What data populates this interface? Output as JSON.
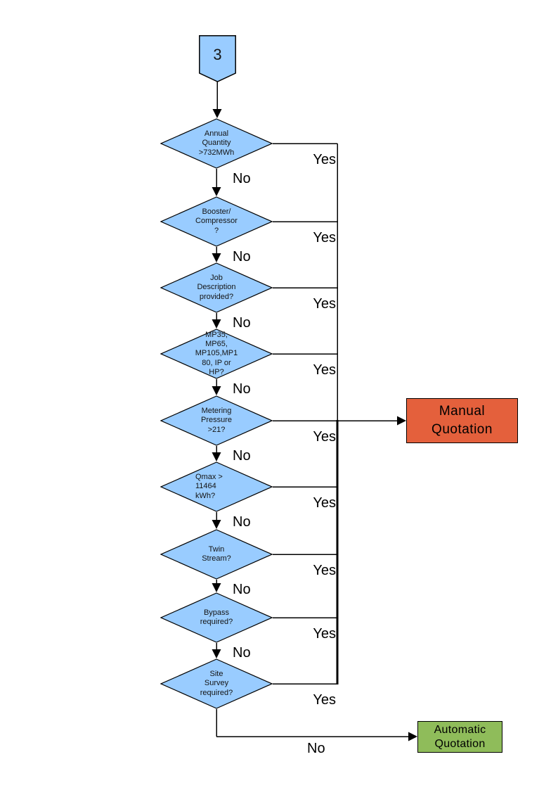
{
  "diagram": {
    "connector": {
      "label": "3"
    },
    "decisions": [
      {
        "id": "annual-quantity",
        "text": "Annual\nQuantity\n>732MWh",
        "yes_label": "Yes",
        "no_label": "No"
      },
      {
        "id": "booster-compressor",
        "text": "Booster/\nCompressor\n?",
        "yes_label": "Yes",
        "no_label": "No"
      },
      {
        "id": "job-description",
        "text": "Job\nDescription\nprovided?",
        "yes_label": "Yes",
        "no_label": "No"
      },
      {
        "id": "meter-type",
        "text": "MP35,\nMP65,\nMP105,MP1\n80, IP or\nHP?",
        "yes_label": "Yes",
        "no_label": "No"
      },
      {
        "id": "metering-pressure",
        "text": "Metering\nPressure\n>21?",
        "yes_label": "Yes",
        "no_label": "No"
      },
      {
        "id": "qmax",
        "text": "Qmax >\n11464\nkWh?",
        "yes_label": "Yes",
        "no_label": "No",
        "align": "left"
      },
      {
        "id": "twin-stream",
        "text": "Twin\nStream?",
        "yes_label": "Yes",
        "no_label": "No"
      },
      {
        "id": "bypass",
        "text": "Bypass\nrequired?",
        "yes_label": "Yes",
        "no_label": "No"
      },
      {
        "id": "site-survey",
        "text": "Site\nSurvey\nrequired?",
        "yes_label": "Yes",
        "no_label": "No"
      }
    ],
    "outcomes": {
      "manual": {
        "text": "Manual\nQuotation",
        "color": "#E4603C"
      },
      "automatic": {
        "text": "Automatic\nQuotation",
        "color": "#8FBC5A"
      }
    },
    "colors": {
      "decision_fill": "#99CCFF",
      "stroke": "#000000"
    }
  }
}
